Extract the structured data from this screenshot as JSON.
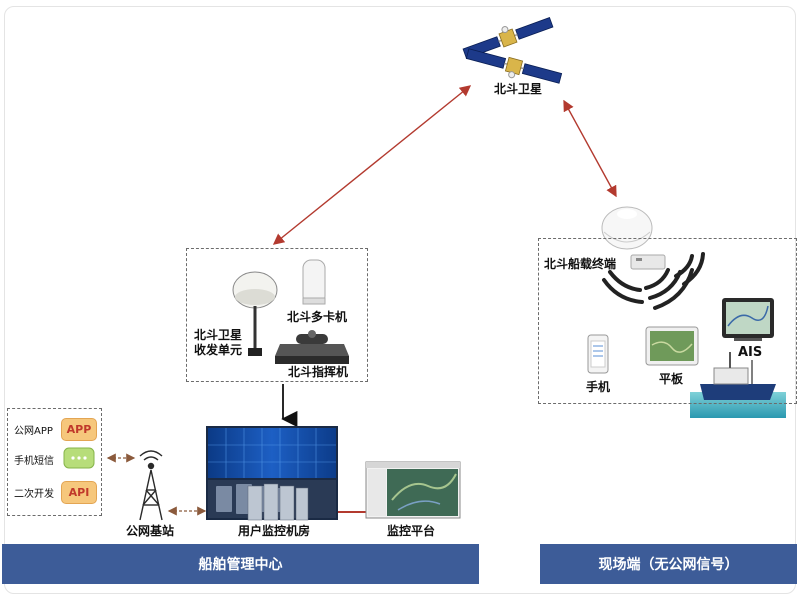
{
  "satellite": {
    "label": "北斗卫星"
  },
  "ground_station": {
    "transceiver_label": "北斗卫星\n收发单元",
    "multicard_label": "北斗多卡机",
    "command_label": "北斗指挥机"
  },
  "ship_side": {
    "terminal_label": "北斗船载终端",
    "phone_label": "手机",
    "tablet_label": "平板",
    "ais_label": "AIS"
  },
  "apps": [
    {
      "label": "公网APP",
      "badge": "APP"
    },
    {
      "label": "手机短信",
      "badge": ""
    },
    {
      "label": "二次开发",
      "badge": "API"
    }
  ],
  "public_station": {
    "label": "公网基站"
  },
  "control_room": {
    "label": "用户监控机房"
  },
  "monitor": {
    "label": "监控平台"
  },
  "bars": {
    "left": "船舶管理中心",
    "right": "现场端（无公网信号）"
  },
  "colors": {
    "bar": "#3d5c98",
    "link_red": "#b33a2f",
    "link_brown": "#8b5a3c"
  }
}
